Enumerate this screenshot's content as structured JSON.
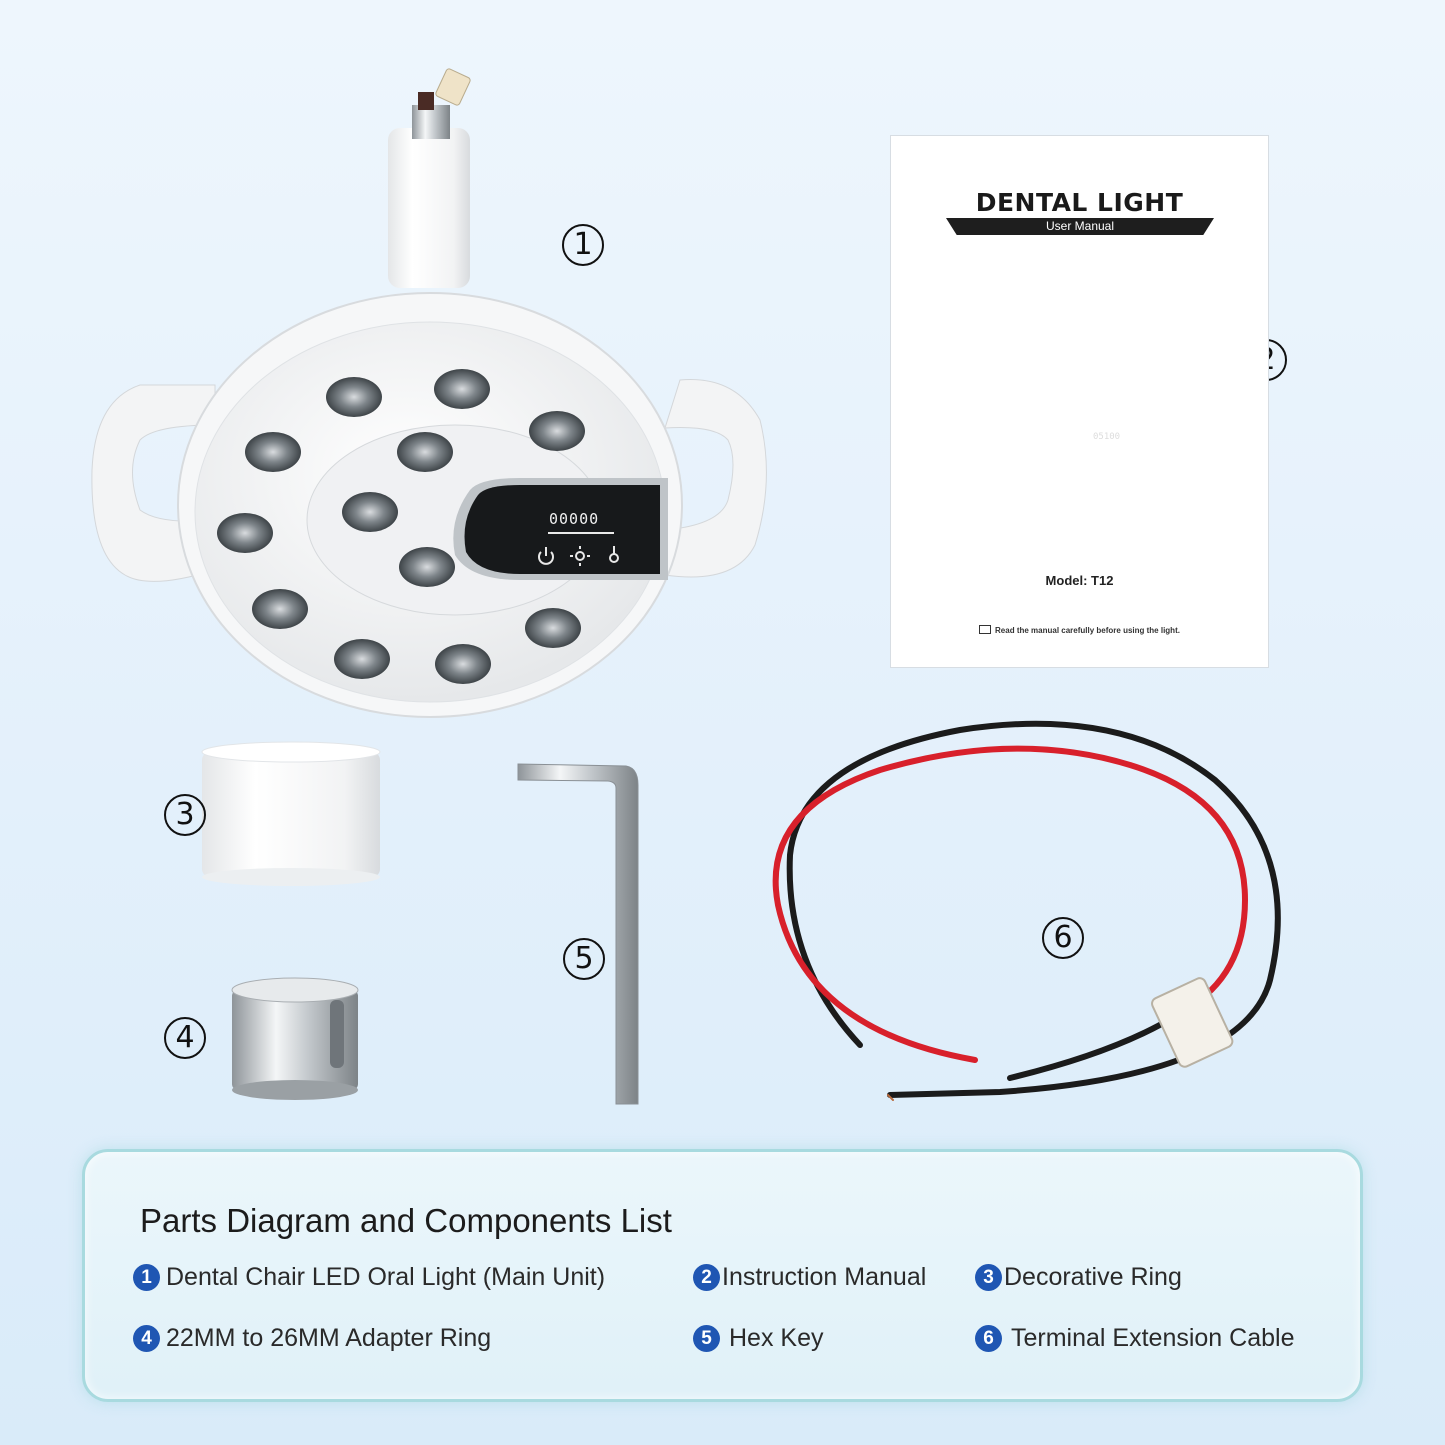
{
  "callouts": [
    "1",
    "2",
    "3",
    "4",
    "5",
    "6"
  ],
  "manual": {
    "title": "DENTAL LIGHT",
    "subtitle": "User Manual",
    "model": "Model:  T12",
    "note": "Read the manual carefully before using the light.",
    "display": "05100"
  },
  "lamp": {
    "display": "00000"
  },
  "colors": {
    "badge": "#1f56b3",
    "panel_border": "#a8dadf",
    "cable_red": "#d8202b",
    "cable_black": "#1b1b1b"
  },
  "panel": {
    "title": "Parts Diagram and Components List",
    "items": [
      {
        "num": "1",
        "label": "Dental Chair LED Oral Light (Main Unit)"
      },
      {
        "num": "2",
        "label": "Instruction Manual"
      },
      {
        "num": "3",
        "label": "Decorative Ring"
      },
      {
        "num": "4",
        "label": "22MM to 26MM Adapter Ring"
      },
      {
        "num": "5",
        "label": "Hex Key"
      },
      {
        "num": "6",
        "label": "Terminal Extension Cable"
      }
    ]
  }
}
